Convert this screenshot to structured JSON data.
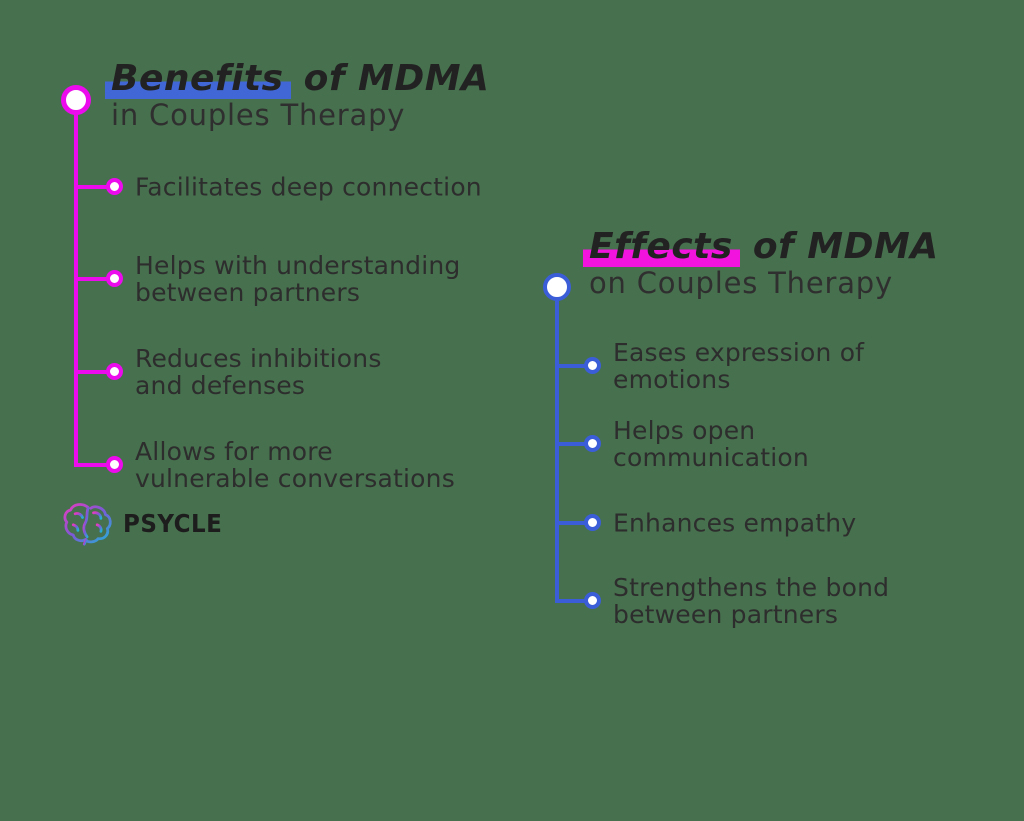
{
  "background_color": "#47704E",
  "left_section": {
    "title_highlight": "Benefits",
    "title_rest": " of MDMA",
    "subtitle": "in Couples Therapy",
    "accent_color": "#EC0BEC",
    "highlight_color": "#4167D6",
    "items": [
      {
        "lines": [
          "Facilitates deep connection",
          ""
        ]
      },
      {
        "lines": [
          "Helps with understanding",
          "between partners"
        ]
      },
      {
        "lines": [
          "Reduces inhibitions",
          "and defenses"
        ]
      },
      {
        "lines": [
          "Allows for more",
          "vulnerable conversations"
        ]
      }
    ]
  },
  "right_section": {
    "title_highlight": "Effects",
    "title_rest": " of MDMA",
    "subtitle": "on Couples Therapy",
    "accent_color": "#3B5ED8",
    "highlight_color": "#F214DE",
    "items": [
      {
        "lines": [
          "Eases expression of",
          "emotions"
        ]
      },
      {
        "lines": [
          "Helps open",
          "communication"
        ]
      },
      {
        "lines": [
          "Enhances empathy",
          ""
        ]
      },
      {
        "lines": [
          "Strengthens the bond",
          "between partners"
        ]
      }
    ]
  },
  "logo": {
    "text": "PSYCLE",
    "icon": "brain-icon",
    "gradient": [
      "#E63BBF",
      "#7A5AD8",
      "#22B2D6"
    ]
  },
  "text_color": "#2D2D2D"
}
